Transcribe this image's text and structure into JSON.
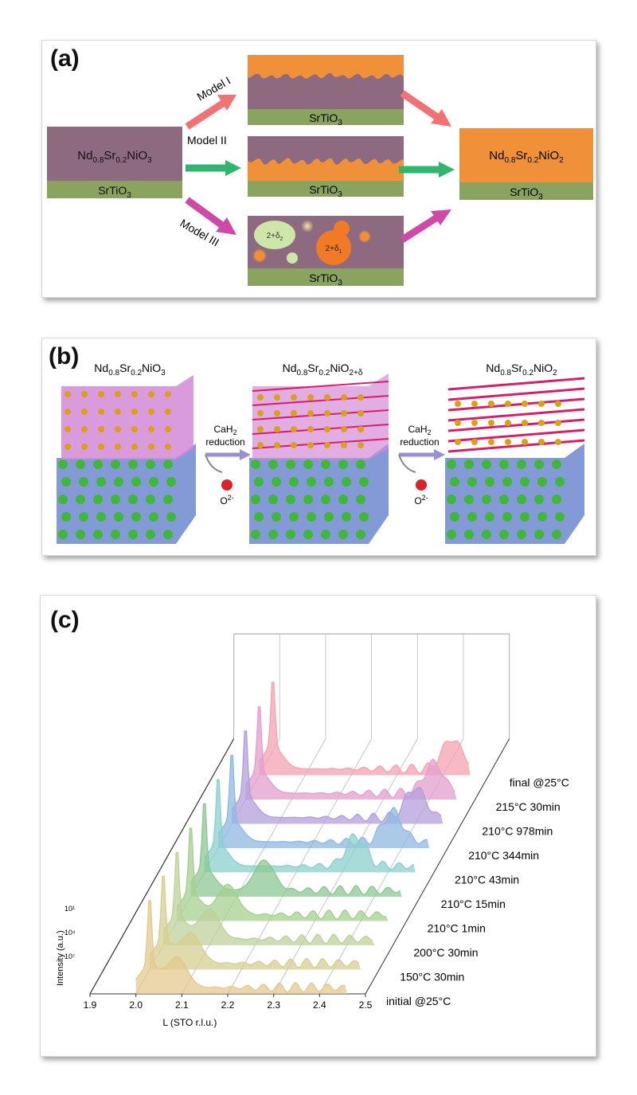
{
  "panel_a": {
    "label": "(a)",
    "start_film": "Nd0.8Sr0.2NiO3",
    "substrate": "SrTiO3",
    "end_film": "Nd0.8Sr0.2NiO2",
    "models": [
      "Model I",
      "Model II",
      "Model III"
    ],
    "bubble_small": "2+δ2",
    "bubble_large": "2+δ1",
    "colors": {
      "perovskite": "#8d6a7f",
      "infinite_layer": "#f0913a",
      "substrate": "#8aa35f",
      "arrow1": "#f07272",
      "arrow2": "#2fb56e",
      "arrow3": "#cf4aa8"
    }
  },
  "panel_b": {
    "label": "(b)",
    "structures": [
      "Nd0.8Sr0.2NiO3",
      "Nd0.8Sr0.2NiO2+δ",
      "Nd0.8Sr0.2NiO2"
    ],
    "step_text": "CaH2",
    "step_text2": "reduction",
    "ion": "O2-"
  },
  "panel_c": {
    "label": "(c)",
    "chart_data": {
      "type": "area",
      "xlabel": "L (STO r.l.u.)",
      "ylabel": "Intensity (a.u.)",
      "xlim": [
        1.9,
        2.5
      ],
      "x_ticks": [
        "1.9",
        "2.0",
        "2.1",
        "2.2",
        "2.3",
        "2.4",
        "2.5"
      ],
      "y_ticks": [
        "10⁷",
        "10⁴",
        "10¹"
      ],
      "yscale": "log",
      "series": [
        {
          "name": "initial @25°C",
          "color": "#e3c98f",
          "peak_L": 2.03,
          "film_peak_L": 2.09
        },
        {
          "name": "150°C 30min",
          "color": "#d6cf90",
          "peak_L": 2.03,
          "film_peak_L": 2.09
        },
        {
          "name": "200°C 30min",
          "color": "#bdd29a",
          "peak_L": 2.03,
          "film_peak_L": 2.1
        },
        {
          "name": "210°C 1min",
          "color": "#a6d08f",
          "peak_L": 2.03,
          "film_peak_L": 2.11
        },
        {
          "name": "210°C 15min",
          "color": "#8cc893",
          "peak_L": 2.03,
          "film_peak_L": 2.16
        },
        {
          "name": "210°C 43min",
          "color": "#8ccfcf",
          "peak_L": 2.03,
          "film_peak_L": 2.33
        },
        {
          "name": "210°C 344min",
          "color": "#8fb8e3",
          "peak_L": 2.03,
          "film_peak_L": 2.38
        },
        {
          "name": "210°C 978min",
          "color": "#b39fdc",
          "peak_L": 2.03,
          "film_peak_L": 2.4
        },
        {
          "name": "215°C 30min",
          "color": "#e39fcf",
          "peak_L": 2.03,
          "film_peak_L": 2.41
        },
        {
          "name": "final @25°C",
          "color": "#f4a3b0",
          "peak_L": 2.03,
          "film_peak_L": 2.42
        }
      ]
    }
  }
}
